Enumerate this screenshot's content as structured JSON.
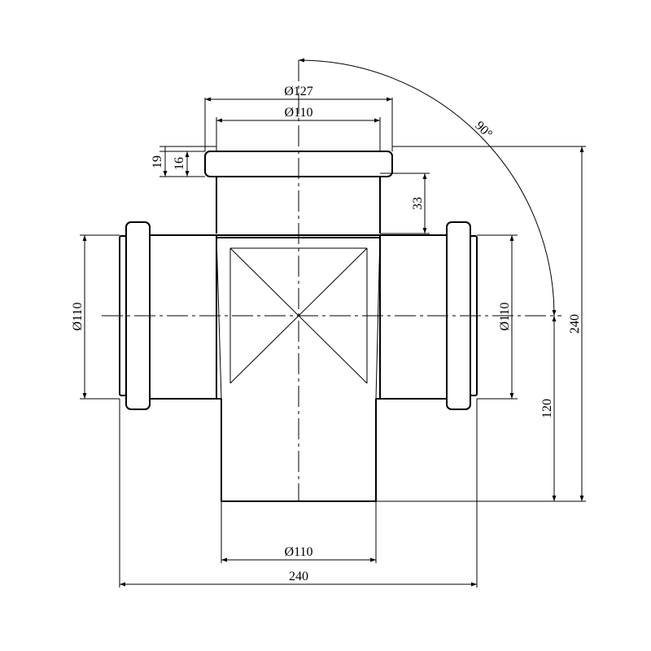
{
  "dimensions": {
    "top_outer_diameter": "Ø127",
    "top_inner_diameter": "Ø110",
    "socket_depth_19": "19",
    "socket_depth_16": "16",
    "branch_offset": "33",
    "left_diameter": "Ø110",
    "right_diameter": "Ø110",
    "bottom_diameter": "Ø110",
    "total_width": "240",
    "total_height": "240",
    "center_height": "120",
    "angle": "90°"
  },
  "colors": {
    "line": "#000000",
    "background": "#ffffff"
  }
}
